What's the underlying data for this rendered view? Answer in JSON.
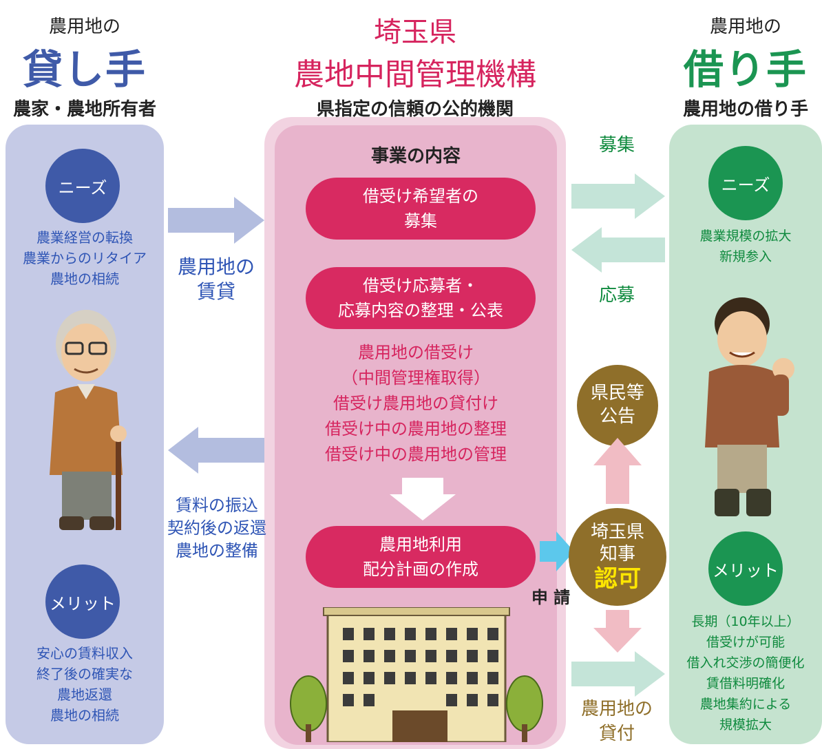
{
  "left": {
    "header_small": "農用地の",
    "header_big": "貸し手",
    "header_sub": "農家・農地所有者",
    "needs_badge": "ニーズ",
    "needs": [
      "農業経営の転換",
      "農業からのリタイア",
      "農地の相続"
    ],
    "merit_badge": "メリット",
    "merits": [
      "安心の賃料収入",
      "終了後の確実な",
      "農地返還",
      "農地の相続"
    ]
  },
  "center": {
    "header_title_1": "埼玉県",
    "header_title_2": "農地中間管理機構",
    "header_sub": "県指定の信頼の公的機関",
    "section_title": "事業の内容",
    "step1": [
      "借受け希望者の",
      "募集"
    ],
    "step2": [
      "借受け応募者・",
      "応募内容の整理・公表"
    ],
    "tasks": [
      "農用地の借受け",
      "（中間管理権取得）",
      "借受け農用地の貸付け",
      "借受け中の農用地の整理",
      "借受け中の農用地の管理"
    ],
    "step3": [
      "農用地利用",
      "配分計画の作成"
    ]
  },
  "right": {
    "header_small": "農用地の",
    "header_big": "借り手",
    "header_sub": "農用地の借り手",
    "needs_badge": "ニーズ",
    "needs": [
      "農業規模の拡大",
      "新規参入"
    ],
    "merit_badge": "メリット",
    "merits": [
      "長期（10年以上）",
      "借受けが可能",
      "借入れ交渉の簡便化",
      "賃借料明確化",
      "農地集約による",
      "規模拡大"
    ]
  },
  "flows": {
    "lend": [
      "農用地の",
      "賃貸"
    ],
    "pay": [
      "賃料の振込",
      "契約後の返還",
      "農地の整備"
    ],
    "recruit": "募集",
    "apply": "応募",
    "lease_out": [
      "農用地の",
      "貸付"
    ],
    "request": "申 請",
    "public_notice": [
      "県民等",
      "公告"
    ],
    "governor": [
      "埼玉県",
      "知事"
    ],
    "approval": "認可"
  },
  "colors": {
    "lender_blue": "#3f5aa8",
    "center_pink": "#d82a61",
    "borrower_green": "#1b9552",
    "approval_yellow": "#ffe600",
    "olive": "#8f6f2a"
  }
}
